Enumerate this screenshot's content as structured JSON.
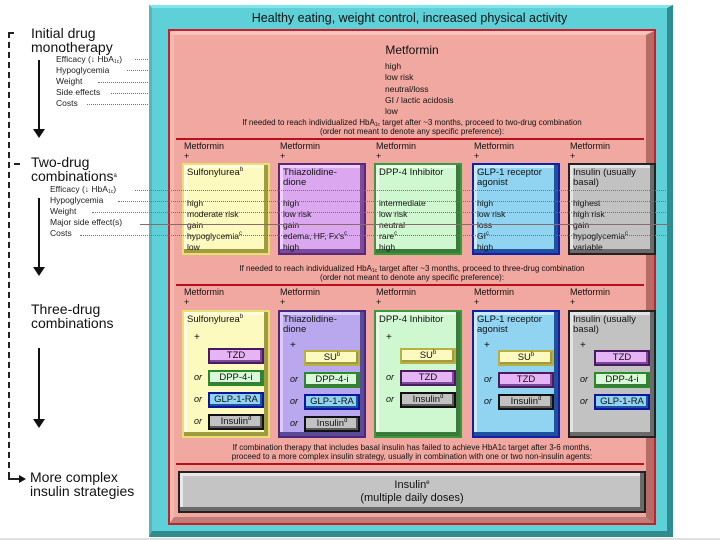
{
  "stages": {
    "initial": "Initial drug monotherapy",
    "initial_line1": "Initial drug",
    "initial_line2": "monotherapy",
    "two_line1": "Two-drug",
    "two_line2": "combinations",
    "two_sup": "a",
    "three_line1": "Three-drug",
    "three_line2": "combinations",
    "complex_line1": "More complex",
    "complex_line2": "insulin strategies"
  },
  "row_labels_mono": [
    "Efficacy (↓ HbA1c)",
    "Hypoglycemia",
    "Weight",
    "Side effects",
    "Costs"
  ],
  "row_labels_two": [
    "Efficacy (↓ HbA1c)",
    "Hypoglycemia",
    "Weight",
    "Major side effect(s)",
    "Costs"
  ],
  "header": "Healthy eating, weight control, increased physical activity",
  "monotherapy": {
    "drug": "Metformin",
    "values": [
      "high",
      "low risk",
      "neutral/loss",
      "GI / lactic acidosis",
      "low"
    ]
  },
  "notes": {
    "to_two_1": "If needed to reach individualized HbA1c target after ~3 months, proceed to two-drug combination",
    "to_two_2": "(order not meant to denote any specific preference):",
    "to_three_1": "If needed to reach individualized HbA1c target after ~3 months, proceed to three-drug combination",
    "to_three_2": "(order not meant to denote any specific preference):",
    "to_complex_1": "If combination therapy that includes basal insulin has failed to achieve HbA1c target after 3-6 months,",
    "to_complex_2": "proceed to a more complex insulin strategy, usually in combination with one or two non-insulin agents:"
  },
  "metformin_plus": {
    "label": "Metformin",
    "plus": "+"
  },
  "two_drug": [
    {
      "name": "Sulfonylurea",
      "sup": "b",
      "values": [
        "high",
        "moderate risk",
        "gain",
        "hypoglycemia",
        "low"
      ],
      "value_sups": [
        "",
        "",
        "",
        "c",
        ""
      ]
    },
    {
      "name": "Thiazolidine-dione",
      "name1": "Thiazolidine-",
      "name2": "dione",
      "values": [
        "high",
        "low risk",
        "gain",
        "edema, HF, Fx's",
        "high"
      ],
      "value_sups": [
        "",
        "",
        "",
        "c",
        ""
      ]
    },
    {
      "name": "DPP-4 Inhibitor",
      "values": [
        "intermediate",
        "low risk",
        "neutral",
        "rare",
        "high"
      ],
      "value_sups": [
        "",
        "",
        "",
        "c",
        ""
      ]
    },
    {
      "name": "GLP-1 receptor agonist",
      "name1": "GLP-1 receptor",
      "name2": "agonist",
      "values": [
        "high",
        "low risk",
        "loss",
        "GI",
        "high"
      ],
      "value_sups": [
        "",
        "",
        "",
        "c",
        ""
      ]
    },
    {
      "name": "Insulin (usually basal)",
      "name1": "Insulin (usually",
      "name2": "basal)",
      "values": [
        "highest",
        "high risk",
        "gain",
        "hypoglycemia",
        "variable"
      ],
      "value_sups": [
        "",
        "",
        "",
        "c",
        ""
      ]
    }
  ],
  "three_drug": [
    {
      "name": "Sulfonylurea",
      "sup": "b",
      "plus": "+",
      "options": [
        "TZD",
        "DPP-4-i",
        "GLP-1-RA",
        "Insulin"
      ],
      "option_sups": [
        "",
        "",
        "",
        "d"
      ]
    },
    {
      "name1": "Thiazolidine-",
      "name2": "dione",
      "plus": "+",
      "options": [
        "SU",
        "DPP-4-i",
        "GLP-1-RA",
        "Insulin"
      ],
      "option_sups": [
        "b",
        "",
        "",
        "d"
      ]
    },
    {
      "name": "DPP-4 Inhibitor",
      "plus": "+",
      "options": [
        "SU",
        "TZD",
        "Insulin"
      ],
      "option_sups": [
        "b",
        "",
        "d"
      ]
    },
    {
      "name1": "GLP-1 receptor",
      "name2": "agonist",
      "plus": "+",
      "options": [
        "SU",
        "TZD",
        "Insulin"
      ],
      "option_sups": [
        "b",
        "",
        "d"
      ]
    },
    {
      "name1": "Insulin (usually",
      "name2": "basal)",
      "plus": "+",
      "options": [
        "TZD",
        "DPP-4-i",
        "GLP-1-RA"
      ],
      "option_sups": [
        "",
        "",
        ""
      ]
    }
  ],
  "or_label": "or",
  "final": {
    "line1": "Insulin",
    "sup": "e",
    "line2": "(multiple daily doses)"
  },
  "colors": {
    "outer_frame": "#5dd0d8",
    "inner_panel": "#f0a8a0",
    "divider": "#b8101c",
    "sulfonylurea": "#fdfac0",
    "tzd": "#dba8f0",
    "dpp4": "#cff8d0",
    "glp1": "#90d4f2",
    "insulin": "#c2c2c2"
  }
}
